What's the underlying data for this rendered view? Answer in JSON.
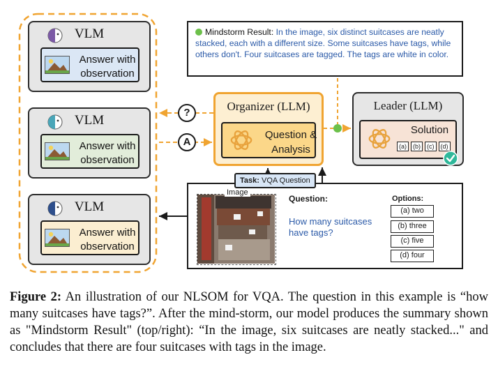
{
  "vlm_panels": [
    {
      "title": "VLM",
      "answer": "Answer with observation",
      "fill": "#dbe7f5"
    },
    {
      "title": "VLM",
      "answer": "Answer with observation",
      "fill": "#e2edda"
    },
    {
      "title": "VLM",
      "answer": "Answer with observation",
      "fill": "#fbeed1"
    }
  ],
  "markers": {
    "question": "?",
    "answer": "A"
  },
  "organizer": {
    "title": "Organizer (LLM)",
    "body": "Question & Analysis"
  },
  "leader": {
    "title": "Leader (LLM)",
    "body": "Solution",
    "options": [
      "(a)",
      "(b)",
      "(c)",
      "(d)"
    ]
  },
  "mindstorm": {
    "label": "Mindstorm Result:",
    "text": "In the image, six distinct suitcases are neatly stacked, each with a different size. Some suitcases have tags, while others don't. Four suitcases are tagged. The tags are white in color."
  },
  "task": {
    "tag_label": "Task:",
    "tag_value": "VQA Question",
    "image_label": "Image",
    "question_label": "Question:",
    "question": "How many suitcases have tags?",
    "options_label": "Options:",
    "options": [
      "(a) two",
      "(b) three",
      "(c) five",
      "(d) four"
    ]
  },
  "caption": {
    "label": "Figure 2:",
    "text": "An illustration of our NLSOM for VQA. The question in this example is “how many suitcases have tags?”. After the mind-storm, our model produces the summary shown as \"Mindstorm Result\" (top/right): “In the image, six suitcases are neatly stacked...\" and concludes that there are four suitcases with tags in the image."
  },
  "colors": {
    "orange": "#f0a431",
    "green": "#6cc04a",
    "blue_text": "#2b5aa8"
  }
}
